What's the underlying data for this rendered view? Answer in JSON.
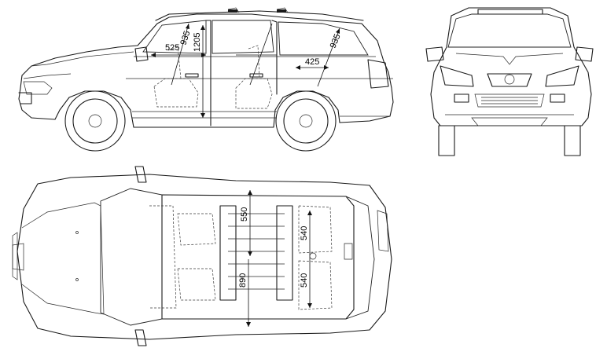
{
  "views": {
    "side": {
      "name": "side-view"
    },
    "front": {
      "name": "front-view"
    },
    "top": {
      "name": "top-view"
    }
  },
  "dimensions": {
    "side_front_legroom": "525",
    "side_front_headroom": "935",
    "side_front_height": "1205",
    "side_rear_headroom": "935",
    "side_rear_legroom": "425",
    "top_front_width": "550",
    "top_rear_width_upper": "540",
    "top_rear_width_lower": "540",
    "top_front_width_lower": "890"
  },
  "colors": {
    "line": "#1a1a1a",
    "background": "#ffffff"
  }
}
